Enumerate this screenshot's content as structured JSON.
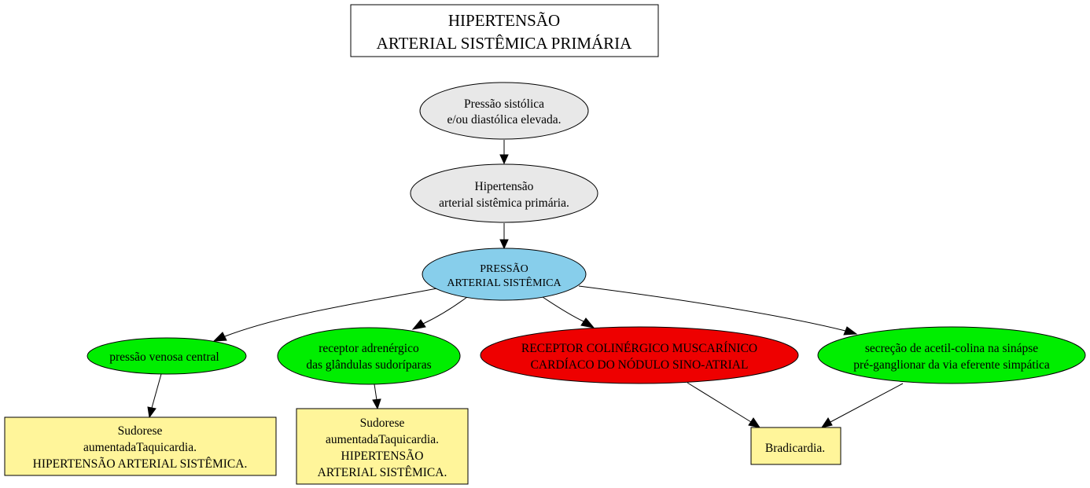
{
  "title": {
    "line1": "HIPERTENSÃO",
    "line2": "ARTERIAL SISTÊMICA PRIMÁRIA"
  },
  "colors": {
    "grey_node": "#e8e8e8",
    "blue_node": "#87ceeb",
    "green_node": "#00ee00",
    "red_node": "#ee0000",
    "yellow_box": "#fff59a"
  },
  "nodes": {
    "pressao_sistolica": {
      "line1": "Pressão sistólica",
      "line2": "e/ou diastólica elevada."
    },
    "hipertensao": {
      "line1": "Hipertensão",
      "line2": "arterial sistêmica primária."
    },
    "pressao_arterial": {
      "line1": "PRESSÃO",
      "line2": "ARTERIAL SISTÊMICA"
    },
    "pressao_venosa": {
      "line1": "pressão venosa central"
    },
    "receptor_adrenergico": {
      "line1": "receptor adrenérgico",
      "line2": "das glândulas sudoríparas"
    },
    "receptor_colinergico": {
      "line1": "RECEPTOR COLINÉRGICO MUSCARÍNICO",
      "line2": "CARDÍACO DO NÓDULO SINO-ATRIAL"
    },
    "secrecao_acetil": {
      "line1": "secreção de acetil-colina na sinápse",
      "line2": "pré-ganglionar da via eferente simpática"
    }
  },
  "boxes": {
    "box1": {
      "line1": "Sudorese",
      "line2": "aumentadaTaquicardia.",
      "line3": "HIPERTENSÃO ARTERIAL SISTÊMICA."
    },
    "box2": {
      "line1": "Sudorese",
      "line2": "aumentadaTaquicardia.",
      "line3": "HIPERTENSÃO",
      "line4": "ARTERIAL SISTÊMICA."
    },
    "box3": {
      "line1": "Bradicardia."
    }
  }
}
